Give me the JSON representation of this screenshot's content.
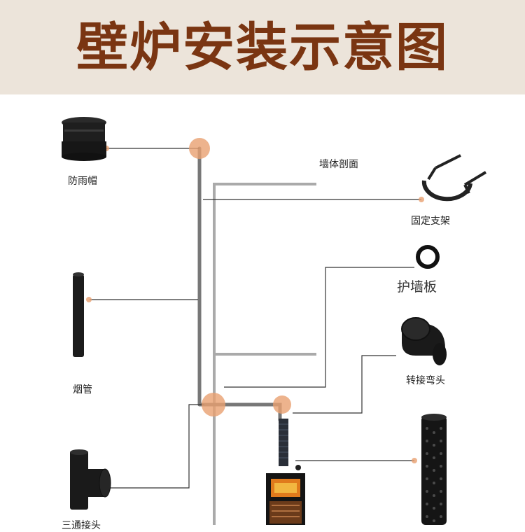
{
  "title": "壁炉安装示意图",
  "labels": {
    "rain_cap": "防雨帽",
    "wall_section": "墙体剖面",
    "fixed_bracket": "固定支架",
    "wall_plate": "护墙板",
    "chimney_pipe": "烟管",
    "elbow": "转接弯头",
    "tee_joint": "三通接头"
  },
  "colors": {
    "title": "#7a3512",
    "header_bg": "#ece4da",
    "joint": "#e8a070",
    "pipe": "#777777",
    "wall": "#aaaaaa"
  }
}
